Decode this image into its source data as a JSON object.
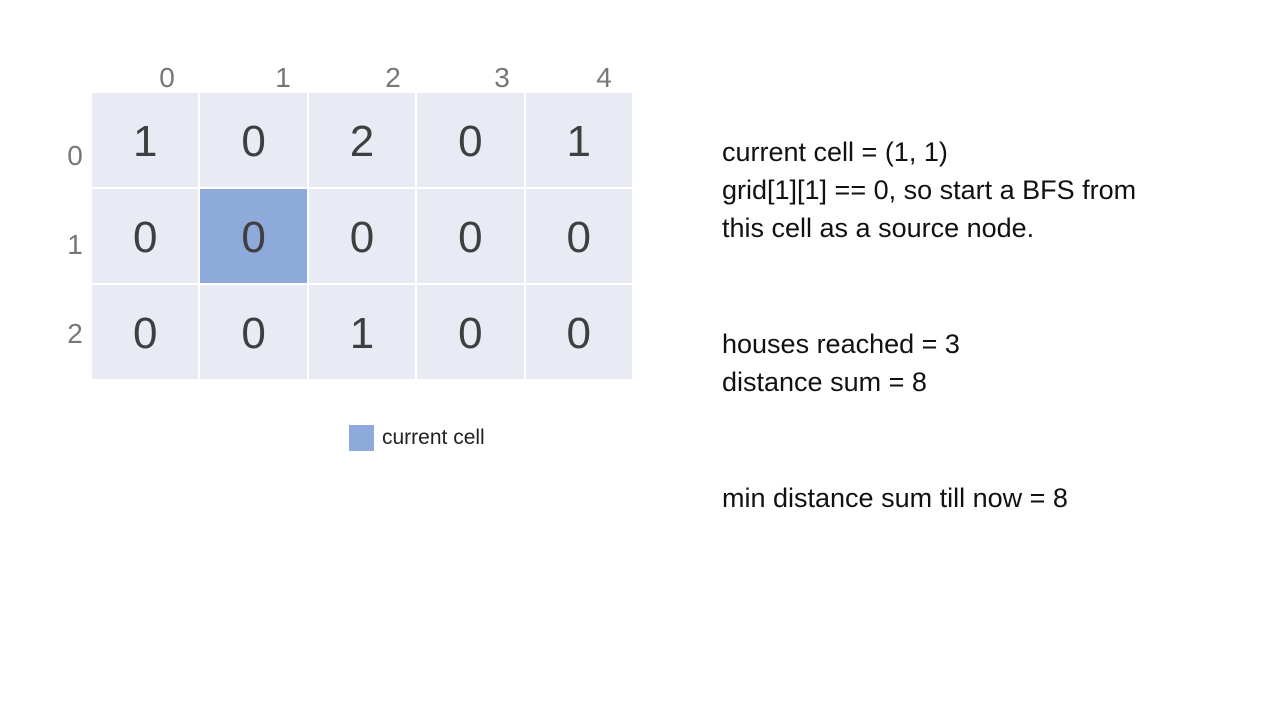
{
  "colors": {
    "cell": "#e8ebf4",
    "current": "#8eaadb",
    "label": "#777777"
  },
  "col_labels": [
    "0",
    "1",
    "2",
    "3",
    "4"
  ],
  "row_labels": [
    "0",
    "1",
    "2"
  ],
  "grid": [
    [
      "1",
      "0",
      "2",
      "0",
      "1"
    ],
    [
      "0",
      "0",
      "0",
      "0",
      "0"
    ],
    [
      "0",
      "0",
      "1",
      "0",
      "0"
    ]
  ],
  "current_cell": {
    "row": 1,
    "col": 1
  },
  "legend": {
    "label": "current cell"
  },
  "info": {
    "line1": "current cell = (1, 1)",
    "line2": "grid[1][1] == 0, so start a BFS from",
    "line3": "this cell as a source node.",
    "houses": "houses reached = 3",
    "distance": "distance sum = 8",
    "min": "min distance sum till now = 8"
  }
}
